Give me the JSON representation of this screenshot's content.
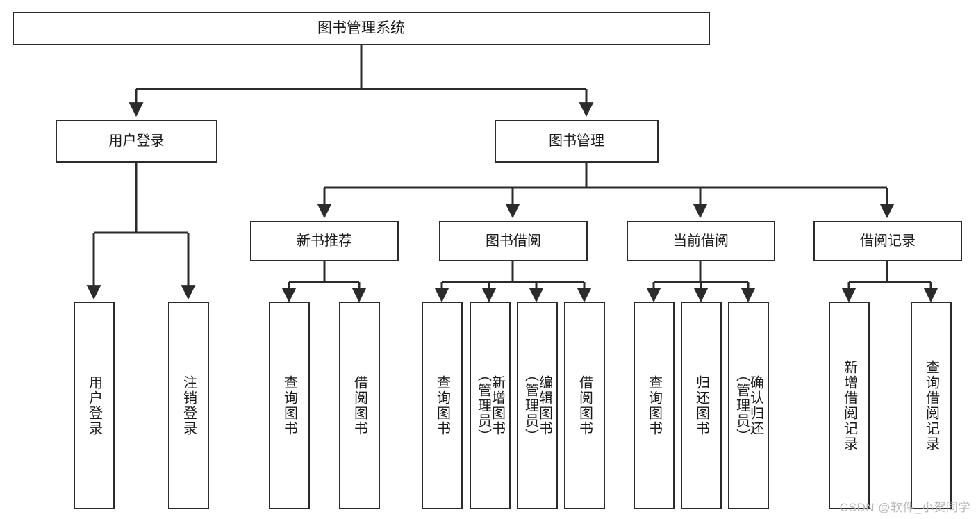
{
  "diagram": {
    "title": "图书管理系统",
    "type": "tree",
    "colors": {
      "stroke": "#2b2b2b",
      "fill": "#ffffff",
      "text": "#1a1a1a",
      "watermark": "#b9b9b9"
    },
    "nodes": {
      "root": {
        "label": "图书管理系统"
      },
      "level2": [
        {
          "label": "用户登录"
        },
        {
          "label": "图书管理"
        }
      ],
      "level3": [
        {
          "label": "新书推荐"
        },
        {
          "label": "图书借阅"
        },
        {
          "label": "当前借阅"
        },
        {
          "label": "借阅记录"
        }
      ],
      "leaves": {
        "user_login": [
          {
            "label": "用户登录"
          },
          {
            "label": "注销登录"
          }
        ],
        "new_book_recommend": [
          {
            "label": "查询图书"
          },
          {
            "label": "借阅图书"
          }
        ],
        "book_borrow": [
          {
            "label": "查询图书"
          },
          {
            "label": "新增图书\n（管理员）"
          },
          {
            "label": "编辑图书\n（管理员）"
          },
          {
            "label": "借阅图书"
          }
        ],
        "current_borrow": [
          {
            "label": "查询图书"
          },
          {
            "label": "归还图书"
          },
          {
            "label": "确认归还\n（管理员）"
          }
        ],
        "borrow_record": [
          {
            "label": "新增借阅记录"
          },
          {
            "label": "查询借阅记录"
          }
        ]
      }
    }
  },
  "watermark": {
    "text": "CSDN @软件_小贺同学"
  }
}
